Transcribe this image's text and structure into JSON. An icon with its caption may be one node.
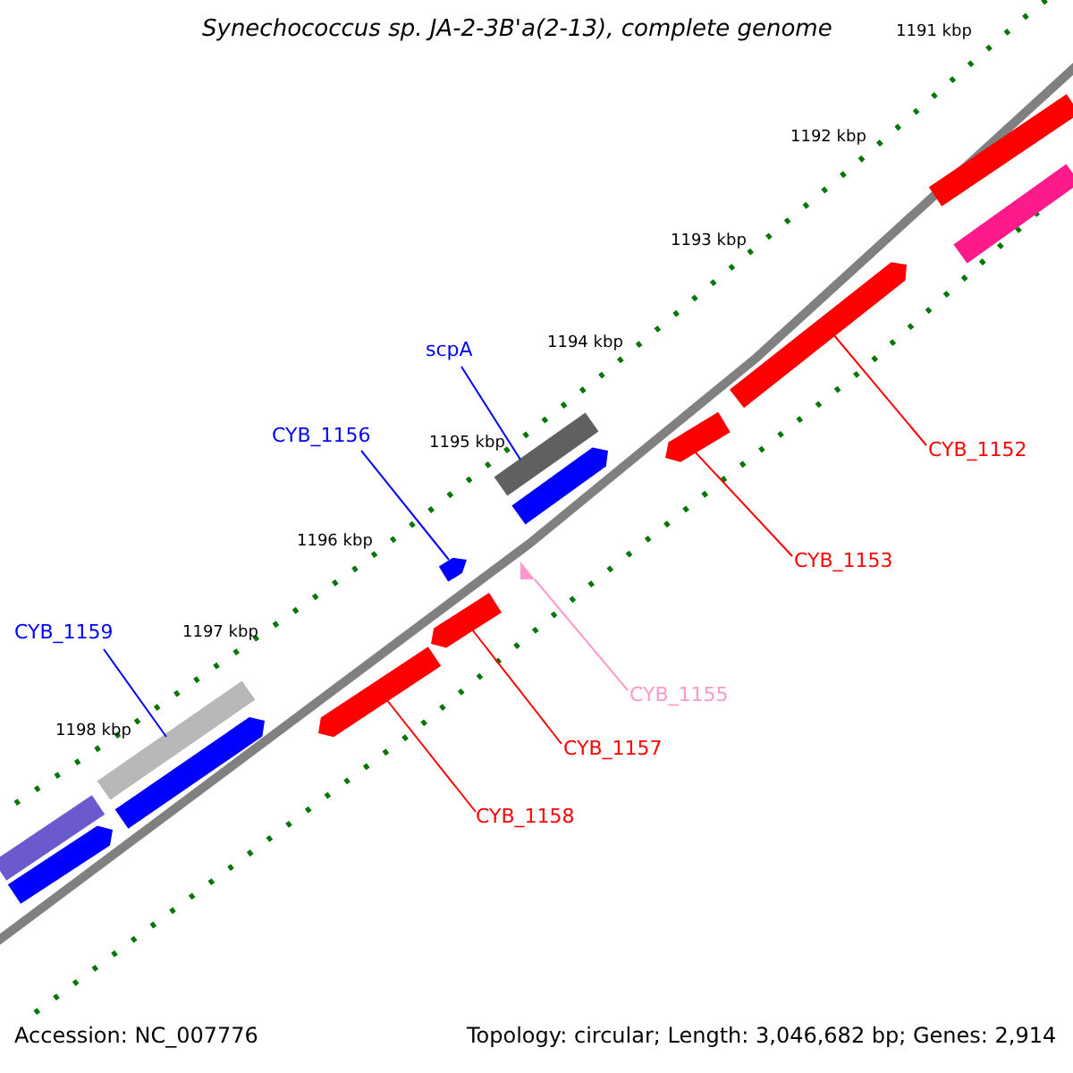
{
  "diagram": {
    "title": "Synechococcus sp. JA-2-3B'a(2-13), complete genome",
    "nodes": [
      {
        "text": [
          "scpA"
        ]
      },
      {
        "text": [
          "CYB_1156"
        ]
      },
      {
        "text": [
          "CYB_1159"
        ]
      },
      {
        "text": [
          "CYB_1152"
        ]
      },
      {
        "text": [
          "CYB_1153"
        ]
      },
      {
        "text": [
          "CYB_1155"
        ]
      },
      {
        "text": [
          "CYB_1157"
        ]
      },
      {
        "text": [
          "CYB_1158"
        ]
      },
      {
        "text": [],
        "shape": "bar"
      },
      {
        "text": [],
        "shape": "bar"
      },
      {
        "text": [],
        "shape": "bar"
      },
      {
        "text": [],
        "shape": "bar"
      },
      {
        "text": [],
        "shape": "bar"
      },
      {
        "text": [],
        "shape": "bar"
      },
      {
        "text": [],
        "shape": "bar"
      },
      {
        "text": [],
        "shape": "bar"
      },
      {
        "text": [],
        "shape": "bar"
      },
      {
        "text": [],
        "shape": "bar"
      },
      {
        "text": [],
        "shape": "bar"
      },
      {
        "text": [],
        "shape": "bar"
      },
      {
        "text": [],
        "shape": "bar"
      },
      {
        "text": [],
        "shape": "bar"
      }
    ],
    "edges": [
      {
        "from": 0,
        "to": 8,
        "arrow": "none",
        "color": "#0000ff"
      },
      {
        "from": 1,
        "to": 9,
        "arrow": "none",
        "color": "#0000ff"
      },
      {
        "from": 2,
        "to": 10,
        "arrow": "none",
        "color": "#0000ff"
      },
      {
        "from": 3,
        "to": 11,
        "arrow": "none"
      },
      {
        "from": 4,
        "to": 12,
        "arrow": "none"
      },
      {
        "from": 5,
        "to": 13,
        "arrow": "none",
        "color": "#ff99cc"
      },
      {
        "from": 6,
        "to": 14,
        "arrow": "none"
      },
      {
        "from": 7,
        "to": 15,
        "arrow": "none"
      }
    ],
    "labels": [
      "1191 kbp",
      "1192 kbp",
      "1193 kbp",
      "1194 kbp",
      "1195 kbp",
      "1196 kbp",
      "1197 kbp",
      "1198 kbp",
      "Accession: NC_007776",
      "Topology: circular; Length: 3,046,682 bp; Genes: 2,914"
    ]
  }
}
